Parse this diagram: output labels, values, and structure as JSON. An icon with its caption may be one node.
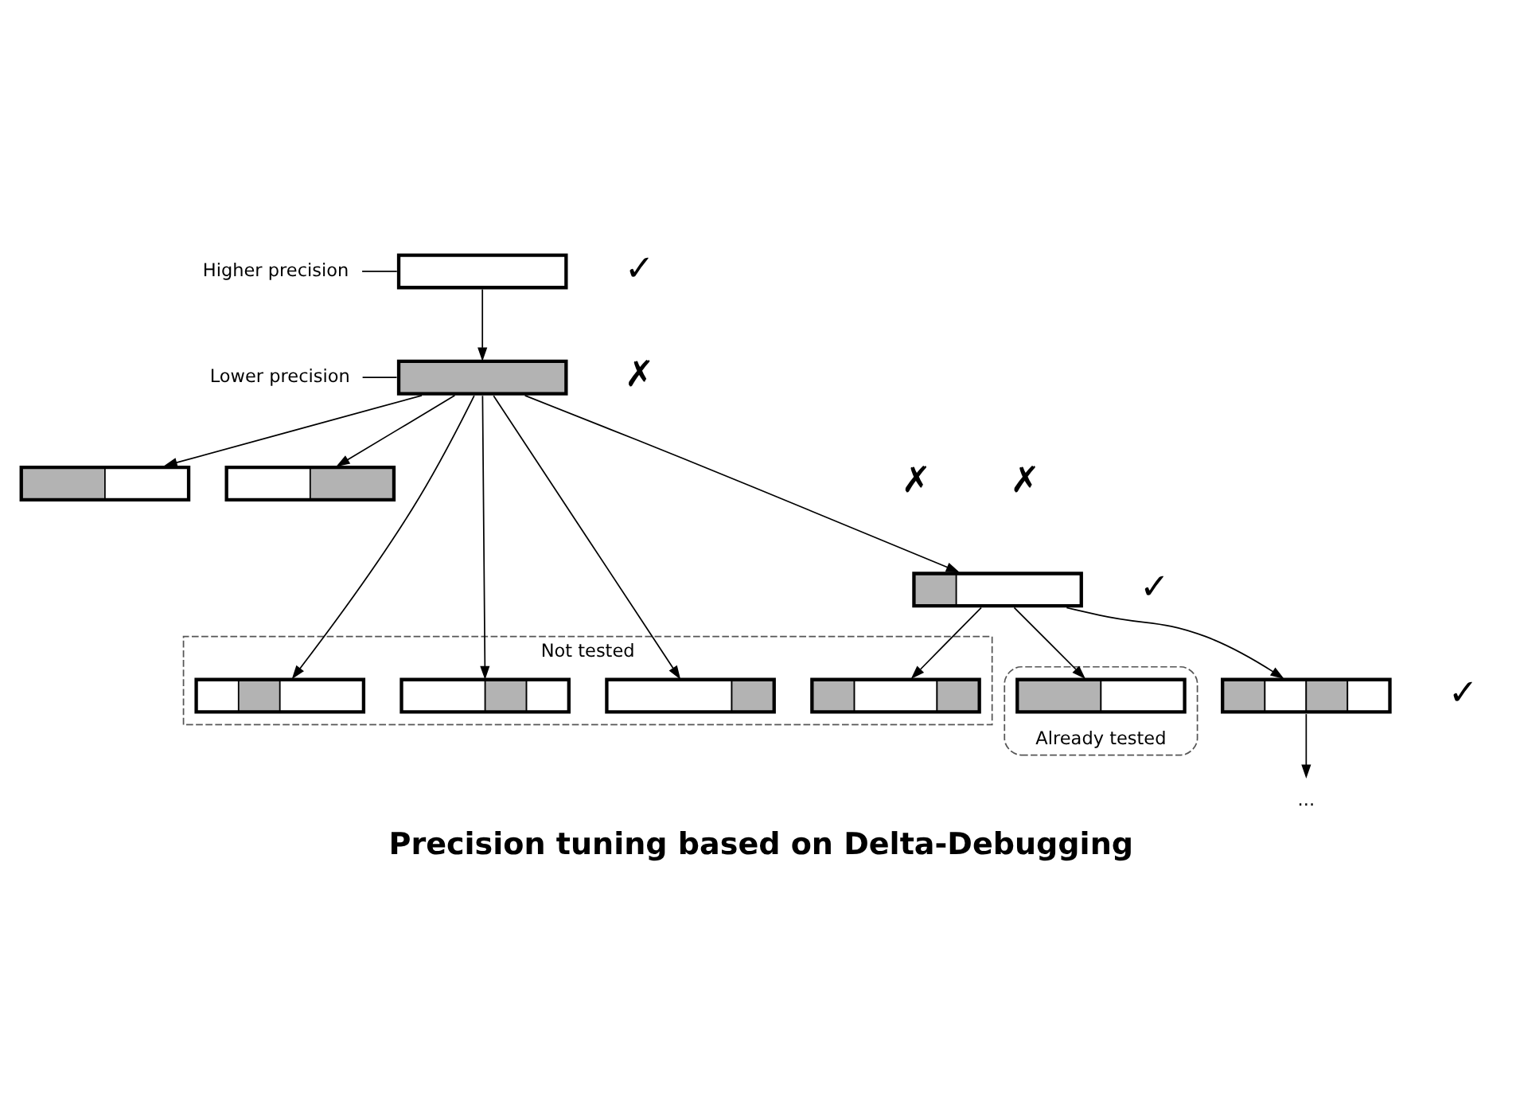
{
  "diagram": {
    "title": "Precision tuning based on Delta-Debugging",
    "nodes": [
      {
        "text": [
          "Higher precision"
        ]
      },
      {
        "text": [],
        "shape": "box"
      },
      {
        "text": [
          "Lower precision"
        ]
      },
      {
        "text": [],
        "shape": "box"
      },
      {
        "text": [],
        "shape": "box"
      },
      {
        "text": [],
        "shape": "box"
      },
      {
        "text": [],
        "shape": "box"
      },
      {
        "text": [
          "Not tested"
        ]
      },
      {
        "text": [],
        "shape": "box",
        "in": 7
      },
      {
        "text": [],
        "shape": "box",
        "in": 7
      },
      {
        "text": [],
        "shape": "box",
        "in": 7
      },
      {
        "text": [
          "Already tested"
        ]
      },
      {
        "text": [],
        "shape": "box",
        "in": 11
      },
      {
        "text": [],
        "shape": "box"
      },
      {
        "text": [],
        "shape": "box",
        "in": 7
      },
      {
        "text": [
          "..."
        ]
      }
    ],
    "edges": [
      {
        "from": 0,
        "to": 1,
        "arrow": "none"
      },
      {
        "from": 1,
        "to": 3,
        "arrow": "to"
      },
      {
        "from": 2,
        "to": 3,
        "arrow": "none"
      },
      {
        "from": 3,
        "to": 4,
        "arrow": "to"
      },
      {
        "from": 3,
        "to": 5,
        "arrow": "to"
      },
      {
        "from": 3,
        "to": 6,
        "arrow": "to"
      },
      {
        "from": 3,
        "to": 8,
        "arrow": "to"
      },
      {
        "from": 3,
        "to": 9,
        "arrow": "to"
      },
      {
        "from": 3,
        "to": 10,
        "arrow": "to"
      },
      {
        "from": 6,
        "to": 12,
        "arrow": "to"
      },
      {
        "from": 6,
        "to": 13,
        "arrow": "to"
      },
      {
        "from": 6,
        "to": 14,
        "arrow": "to"
      },
      {
        "from": 13,
        "to": 15,
        "arrow": "to"
      }
    ],
    "labels": [
      "✓",
      "✗",
      "✗",
      "✗",
      "✓",
      "✓"
    ]
  }
}
